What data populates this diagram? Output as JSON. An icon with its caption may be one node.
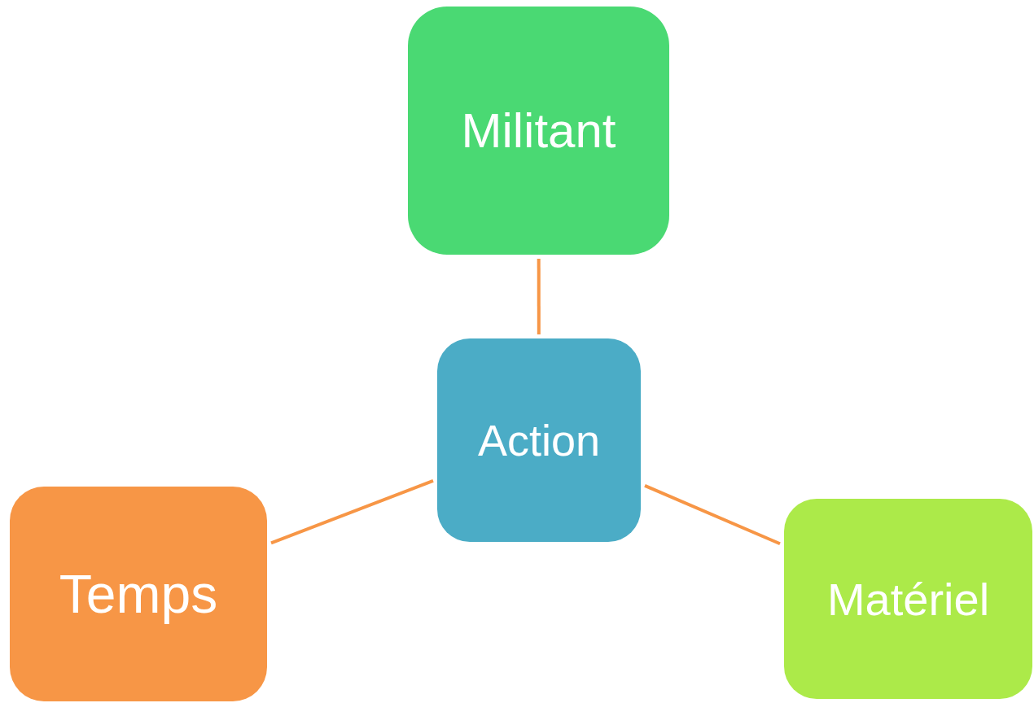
{
  "diagram": {
    "nodes": [
      {
        "text": [
          "Militant"
        ]
      },
      {
        "text": [
          "Action"
        ]
      },
      {
        "text": [
          "Temps"
        ]
      },
      {
        "text": [
          "Matériel"
        ]
      }
    ],
    "edges": [
      {
        "from": 0,
        "to": 1,
        "arrow": "none"
      },
      {
        "from": 1,
        "to": 2,
        "arrow": "none"
      },
      {
        "from": 1,
        "to": 3,
        "arrow": "none"
      }
    ]
  }
}
